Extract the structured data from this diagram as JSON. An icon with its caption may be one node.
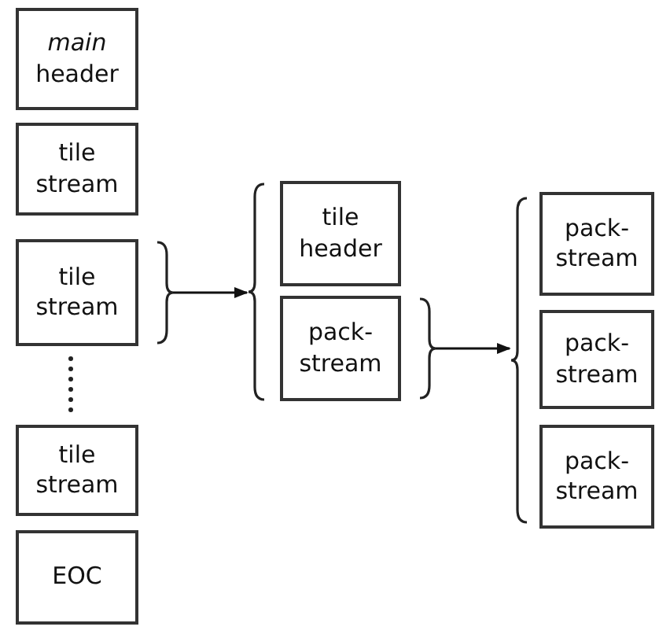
{
  "diagram": {
    "nodes": [
      {
        "text": [
          "*main* header"
        ]
      },
      {
        "text": [
          "tile stream"
        ]
      },
      {
        "text": [
          "tile stream"
        ]
      },
      {
        "text": [
          "tile stream"
        ]
      },
      {
        "text": [
          "EOC"
        ]
      },
      {
        "text": [],
        "shape": "brace"
      },
      {
        "text": [
          "tile header"
        ],
        "in": 5
      },
      {
        "text": [
          "pack-stream"
        ],
        "in": 5
      },
      {
        "text": [],
        "shape": "brace"
      },
      {
        "text": [
          "pack-stream"
        ],
        "in": 8
      },
      {
        "text": [
          "pack-stream"
        ],
        "in": 8
      },
      {
        "text": [
          "pack-stream"
        ],
        "in": 8
      }
    ],
    "edges": [
      {
        "from": 2,
        "to": 5,
        "arrow": "to"
      },
      {
        "from": 7,
        "to": 8,
        "arrow": "to"
      }
    ]
  }
}
